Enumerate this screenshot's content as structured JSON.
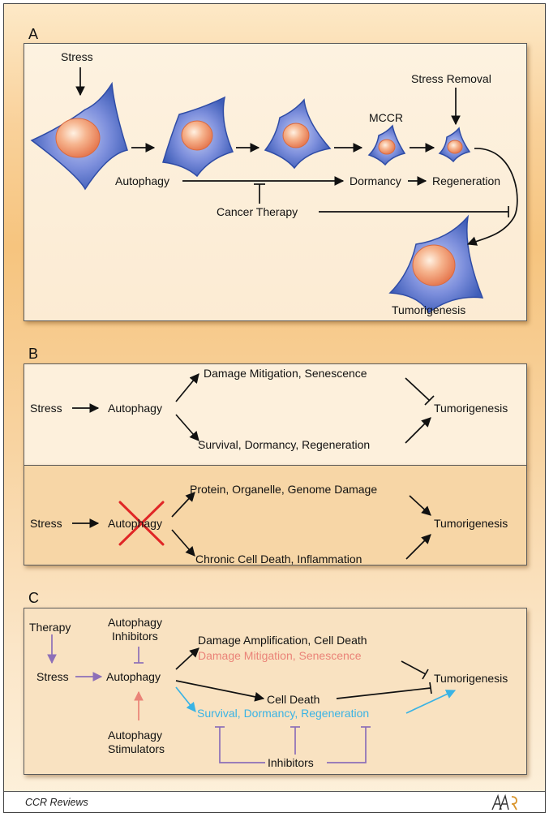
{
  "colors": {
    "black_arrow": "#111111",
    "purple_arrow": "#8d6fb8",
    "salmon_arrow": "#ea8378",
    "cyan_arrow": "#3ab3e4",
    "red_cross": "#e02626",
    "cell_blue": "#3e5db8",
    "cell_nucleus": "#ee9066"
  },
  "panel_a": {
    "letter": "A",
    "stress": "Stress",
    "stress_removal": "Stress Removal",
    "mccr": "MCCR",
    "autophagy": "Autophagy",
    "dormancy": "Dormancy",
    "regeneration": "Regeneration",
    "cancer_therapy": "Cancer Therapy",
    "tumorigenesis": "Tumorigenesis"
  },
  "panel_b": {
    "letter": "B",
    "top": {
      "stress": "Stress",
      "autophagy": "Autophagy",
      "upper_branch": "Damage Mitigation, Senescence",
      "lower_branch": "Survival, Dormancy, Regeneration",
      "tumorigenesis": "Tumorigenesis"
    },
    "bottom": {
      "stress": "Stress",
      "autophagy": "Autophagy",
      "upper_branch": "Protein, Organelle, Genome Damage",
      "lower_branch": "Chronic Cell Death, Inflammation",
      "tumorigenesis": "Tumorigenesis"
    }
  },
  "panel_c": {
    "letter": "C",
    "therapy": "Therapy",
    "stress": "Stress",
    "autophagy": "Autophagy",
    "inhibitors_line1": "Autophagy",
    "inhibitors_line2": "Inhibitors",
    "stimulators_line1": "Autophagy",
    "stimulators_line2": "Stimulators",
    "damage_amplification": "Damage Amplification, Cell Death",
    "damage_mitigation": "Damage Mitigation, Senescence",
    "cell_death": "Cell Death",
    "survival": "Survival, Dormancy, Regeneration",
    "tumorigenesis": "Tumorigenesis",
    "inhibitors": "Inhibitors"
  },
  "footer": {
    "journal": "CCR Reviews",
    "logo": "AACR"
  }
}
